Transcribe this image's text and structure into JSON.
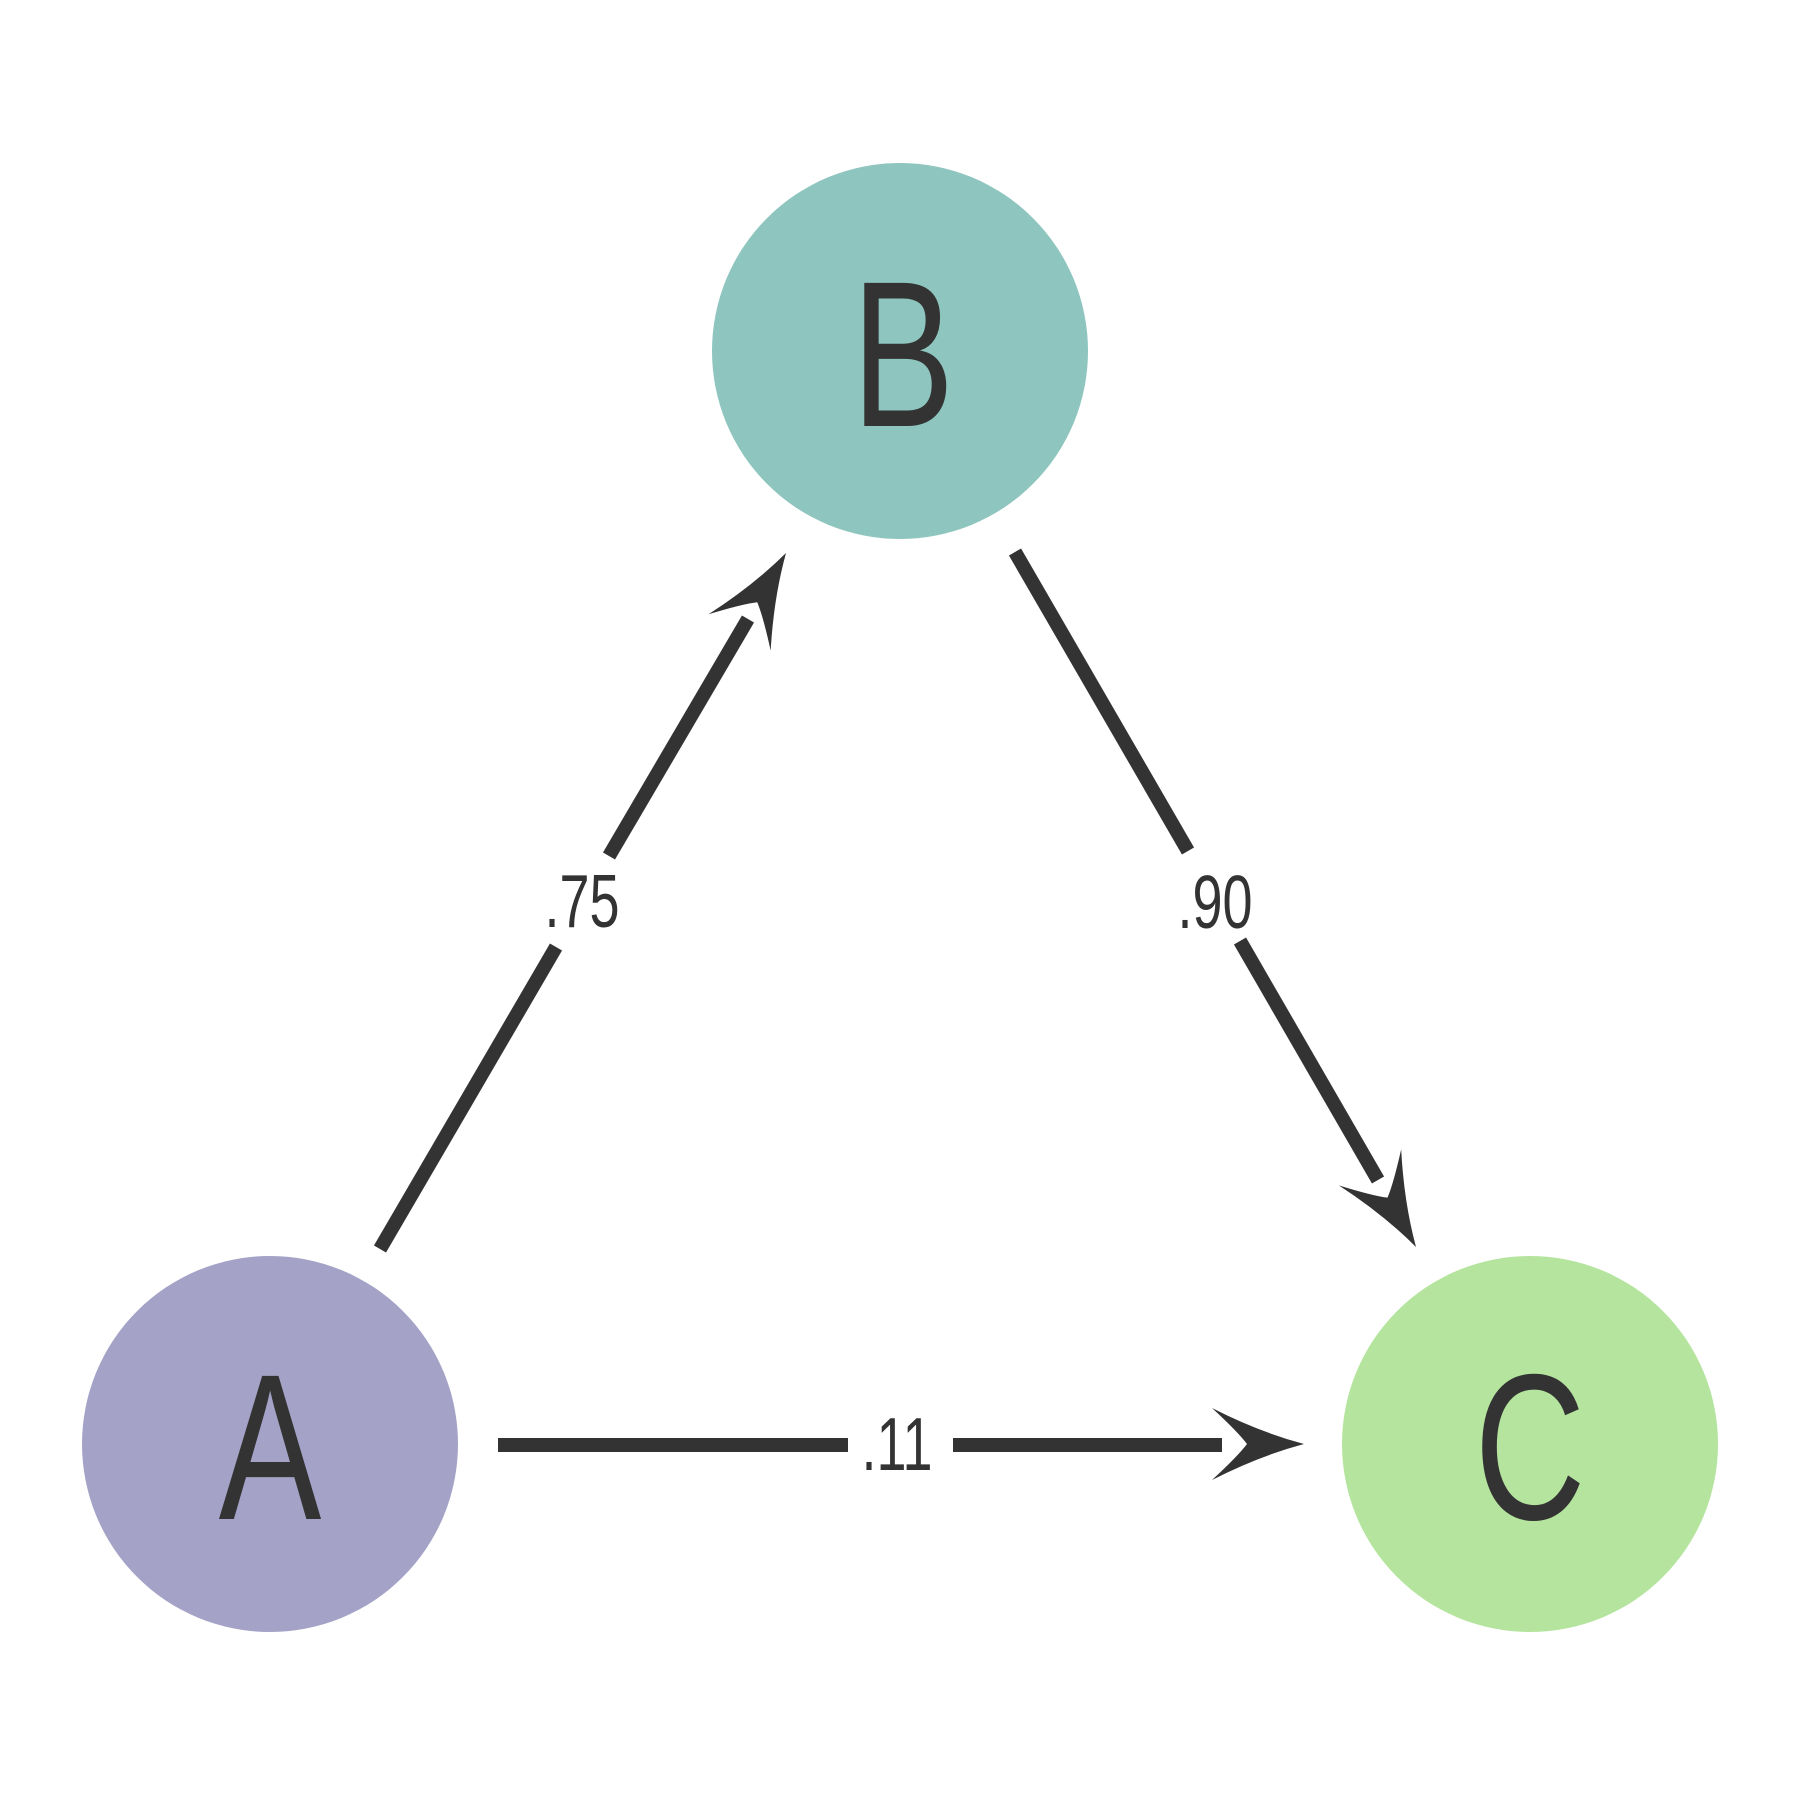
{
  "diagram": {
    "kind": "directed-graph",
    "background": "#ffffff"
  },
  "colors": {
    "edge": "#333333",
    "label": "#333333"
  },
  "nodes": [
    {
      "id": "A",
      "label": "A",
      "fill": "#a4a2c6"
    },
    {
      "id": "B",
      "label": "B",
      "fill": "#8ec5bf"
    },
    {
      "id": "C",
      "label": "C",
      "fill": "#b4e49d"
    }
  ],
  "edges": [
    {
      "from": "A",
      "to": "B",
      "weight": ".75"
    },
    {
      "from": "B",
      "to": "C",
      "weight": ".90"
    },
    {
      "from": "A",
      "to": "C",
      "weight": ".11"
    }
  ]
}
